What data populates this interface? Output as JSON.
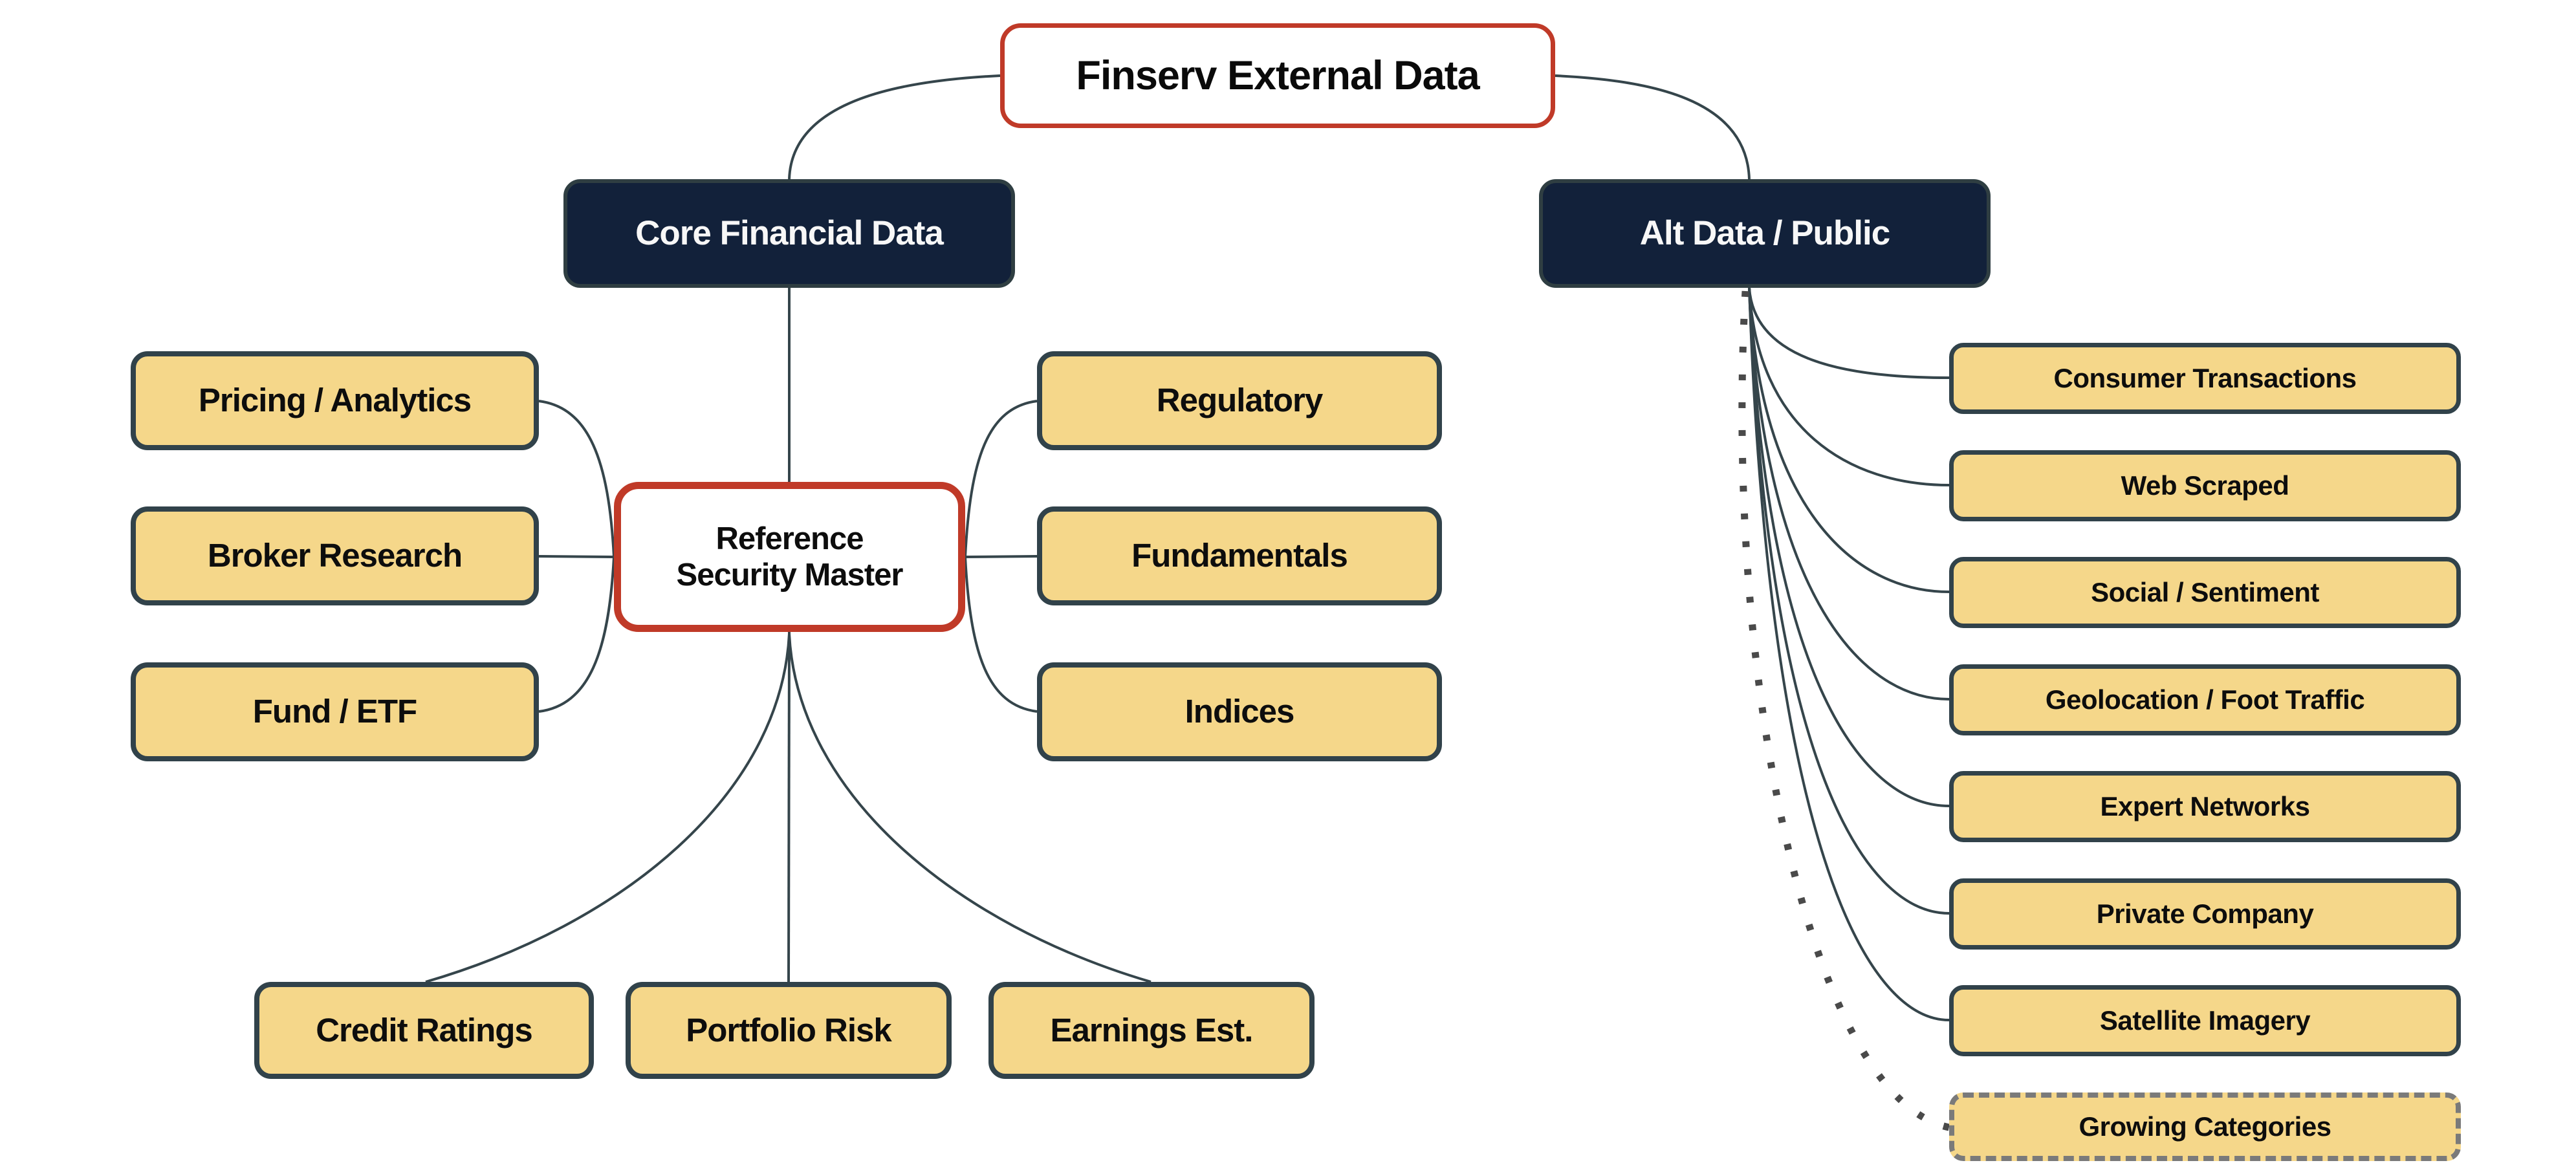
{
  "diagram": {
    "type": "mindmap",
    "title": "Finserv External Data"
  },
  "nodes": {
    "title": "Finserv External Data",
    "core": "Core Financial Data",
    "alt": "Alt Data / Public",
    "reference": [
      "Reference",
      "Security Master"
    ],
    "core_left": [
      "Pricing / Analytics",
      "Broker Research",
      "Fund / ETF"
    ],
    "core_right": [
      "Regulatory",
      "Fundamentals",
      "Indices"
    ],
    "core_bottom": [
      "Credit Ratings",
      "Portfolio Risk",
      "Earnings Est."
    ],
    "alt_children": [
      "Consumer Transactions",
      "Web Scraped",
      "Social / Sentiment",
      "Geolocation / Foot Traffic",
      "Expert Networks",
      "Private Company",
      "Satellite Imagery",
      "Growing Categories"
    ]
  },
  "palette": {
    "background": "#ffffff",
    "leaf_fill": "#f5d78a",
    "leaf_border": "#31424a",
    "branch_fill": "#12213a",
    "accent_red": "#c03a28",
    "connector": "#35454b",
    "dotted_connector": "#4a4a4a",
    "dashed_border": "#7a7a7a",
    "text_dark": "#0d0d0d",
    "text_light": "#f7f7f7"
  },
  "connector_styles": {
    "solid": "thin dark curve",
    "dotted": "square-dot curve to Growing Categories",
    "dashed_box": "Growing Categories has gray dashed border"
  }
}
